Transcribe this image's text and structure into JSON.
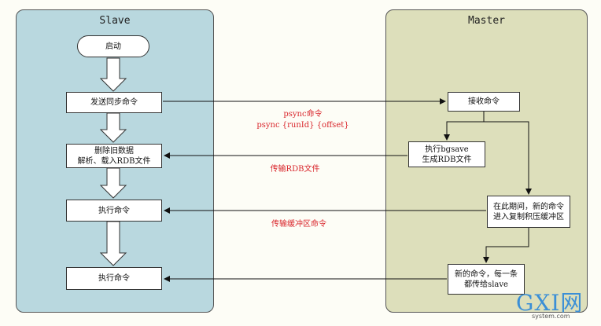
{
  "lanes": {
    "slave": "Slave",
    "master": "Master"
  },
  "slave_steps": {
    "start": "启动",
    "send_sync": "发送同步命令",
    "load_rdb": "删除旧数据\n解析、载入RDB文件",
    "exec1": "执行命令",
    "exec2": "执行命令"
  },
  "master_steps": {
    "receive": "接收命令",
    "bgsave": "执行bgsave\n生成RDB文件",
    "buffer": "在此期间，新的命令\n进入复制积压缓冲区",
    "propagate": "新的命令，每一条\n都传给slave"
  },
  "messages": {
    "psync": "psync命令\npsync {runId} {offset}",
    "rdb": "传输RDB文件",
    "buffer": "传输缓冲区命令"
  },
  "watermark": {
    "mark": "GXI网",
    "sub": "system.com"
  },
  "colors": {
    "slave_lane": "#b9d8df",
    "master_lane": "#dddfbb",
    "message": "#d9262c"
  }
}
